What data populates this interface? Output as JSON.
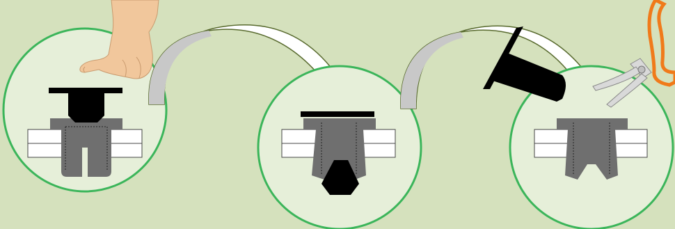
{
  "diagram": {
    "steps": [
      {
        "id": "step-1-insert",
        "description_icon": "hand-press-icon"
      },
      {
        "id": "step-2-seated",
        "description_icon": "pin-pushed-flush"
      },
      {
        "id": "step-3-remove",
        "description_icon": "pliers-icon"
      }
    ],
    "colors": {
      "background": "#d5e1bd",
      "circle_fill": "#e6efd9",
      "circle_stroke": "#3bb55a",
      "panel_fill": "#ffffff",
      "panel_stroke": "#444444",
      "clip_body": "#6f6f6f",
      "pin": "#000000",
      "arrow_fill": "#ffffff",
      "arrow_dark": "#c8c8c8",
      "arrow_stroke": "#586a2e",
      "skin": "#f1c79c",
      "pliers_handle": "#f07a1a",
      "pliers_metal": "#d9d9d9"
    }
  }
}
